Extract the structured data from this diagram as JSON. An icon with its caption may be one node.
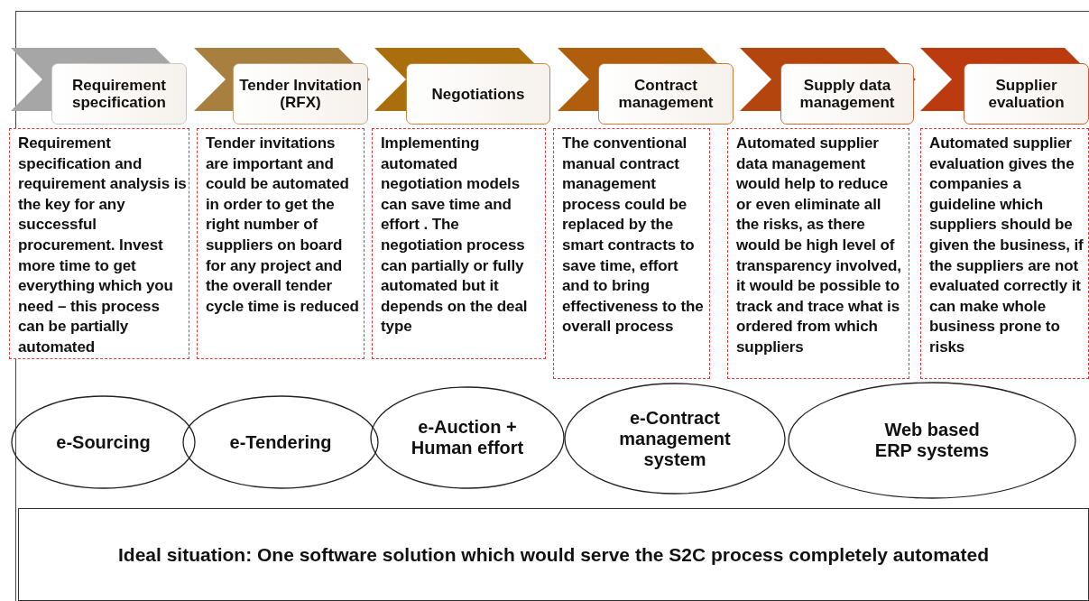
{
  "diagram": {
    "nodes": [
      {
        "text": [
          "Requirement specification"
        ]
      },
      {
        "text": [
          "Tender Invitation (RFX)"
        ]
      },
      {
        "text": [
          "Negotiations"
        ]
      },
      {
        "text": [
          "Contract management"
        ]
      },
      {
        "text": [
          "Supply data management"
        ]
      },
      {
        "text": [
          "Supplier evaluation"
        ]
      },
      {
        "text": [
          "Requirement specification and requirement analysis is the key for any successful procurement. Invest more time to get everything which you need – this process can be partially automated"
        ]
      },
      {
        "text": [
          "Tender invitations are important and could be automated in order to get the right number of suppliers on board for any project and the overall tender cycle time is reduced"
        ]
      },
      {
        "text": [
          "Implementing automated negotiation models can save time and effort . The negotiation process can partially or fully automated but it depends on the deal type"
        ]
      },
      {
        "text": [
          "The conventional manual contract management process could be replaced by the smart contracts to save time, effort and to bring effectiveness to the overall process"
        ]
      },
      {
        "text": [
          "Automated supplier data management would help to reduce or even eliminate all the risks, as there would be high level of transparency involved, it would be possible to track and trace what is ordered from which suppliers"
        ]
      },
      {
        "text": [
          "Automated supplier evaluation gives the companies a guideline which suppliers should be given the business, if the suppliers are not evaluated correctly it can make whole business prone to risks"
        ]
      },
      {
        "text": [
          "e-Sourcing"
        ]
      },
      {
        "text": [
          "e-Tendering"
        ]
      },
      {
        "text": [
          "e-Auction + Human effort"
        ]
      },
      {
        "text": [
          "e-Contract management system"
        ]
      },
      {
        "text": [
          "Web based ERP systems"
        ]
      },
      {
        "text": [
          "Ideal situation: One software solution which would serve the S2C process completely automated"
        ]
      }
    ],
    "edges": []
  }
}
